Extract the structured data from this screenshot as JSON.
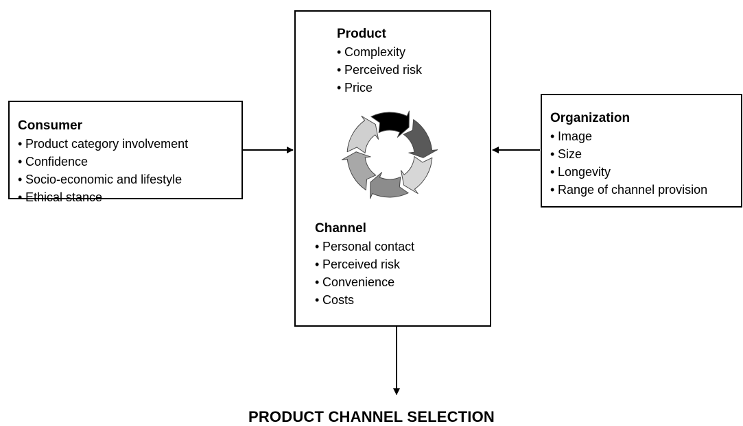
{
  "consumer": {
    "title": "Consumer",
    "items": [
      "Product category involvement",
      "Confidence",
      "Socio-economic and lifestyle",
      "Ethical stance"
    ]
  },
  "product": {
    "title": "Product",
    "items": [
      "Complexity",
      "Perceived risk",
      "Price"
    ]
  },
  "channel": {
    "title": "Channel",
    "items": [
      "Personal contact",
      "Perceived risk",
      "Convenience",
      "Costs"
    ]
  },
  "organization": {
    "title": "Organization",
    "items": [
      "Image",
      "Size",
      "Longevity",
      "Range of channel provision"
    ]
  },
  "outcome": {
    "label": "PRODUCT CHANNEL SELECTION"
  },
  "cycle_colors": [
    "#000000",
    "#595959",
    "#d7d7d7",
    "#8c8c8c",
    "#a8a8a8",
    "#d0d0d0"
  ]
}
